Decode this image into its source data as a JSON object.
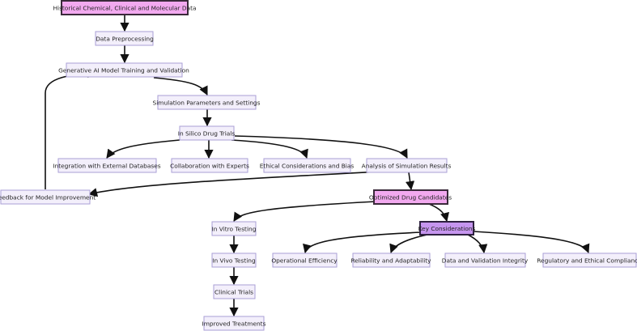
{
  "nodes": {
    "historical": "Historical Chemical, Clinical and Molecular Data",
    "preprocessing": "Data Preprocessing",
    "training": "Generative AI Model Training and Validation",
    "simparams": "Simulation Parameters and Settings",
    "insilico": "In Silico Drug Trials",
    "integration": "Integration with External Databases",
    "collaboration": "Collaboration with Experts",
    "ethical": "Ethical Considerations and Bias",
    "analysis": "Analysis of Simulation Results",
    "feedback": "Feedback for Model Improvement",
    "optimized": "Optimized Drug Candidates",
    "invitro": "In Vitro Testing",
    "keyconsiderations": "Key Considerations",
    "invivo": "In Vivo Testing",
    "operational": "Operational Efficiency",
    "reliability": "Reliability and Adaptability",
    "datavalidation": "Data and Validation Integrity",
    "regulatory": "Regulatory and Ethical Compliance",
    "clinical": "Clinical Trials",
    "improved": "Improved Treatments"
  },
  "colors": {
    "default_fill": "#f3effb",
    "default_stroke": "#a99fd6",
    "highlight_fill": "#f2a9ef",
    "key_fill": "#c695ef",
    "edge": "#111111"
  }
}
